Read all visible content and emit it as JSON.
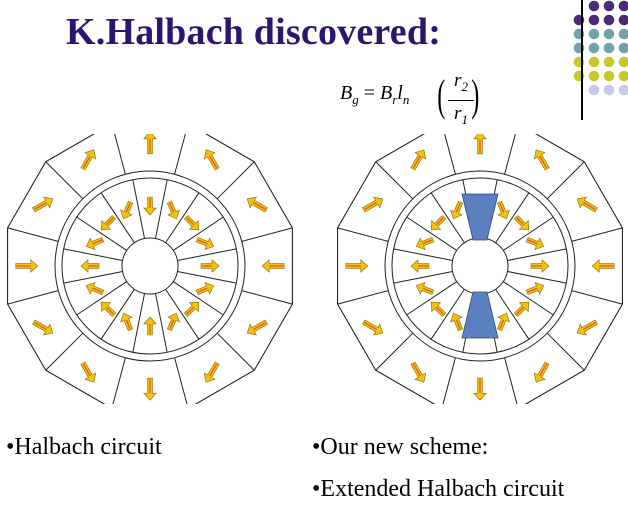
{
  "title": "K.Halbach discovered:",
  "formula": {
    "lhs": "B",
    "lhs_sub": "g",
    "eq": " = ",
    "b": "B",
    "b_sub": "r",
    "l": "l",
    "l_sub": "n",
    "num": "r",
    "num_sub": "2",
    "den": "r",
    "den_sub": "1"
  },
  "captions": {
    "left": "•Halbach circuit",
    "right_1": "•Our new scheme:",
    "right_2": "•Extended Halbach circuit"
  },
  "colors": {
    "title": "#2e1470",
    "arrow": "#f4c20d",
    "arrow_outline": "#8a6a00",
    "arrow_inner": "#e8501a",
    "pole": "#5b7fbf",
    "dot_purple": "#4b2a77",
    "dot_teal": "#6fa3a8",
    "dot_yellow": "#c9c82a",
    "dot_lavender": "#c9c9e8"
  }
}
